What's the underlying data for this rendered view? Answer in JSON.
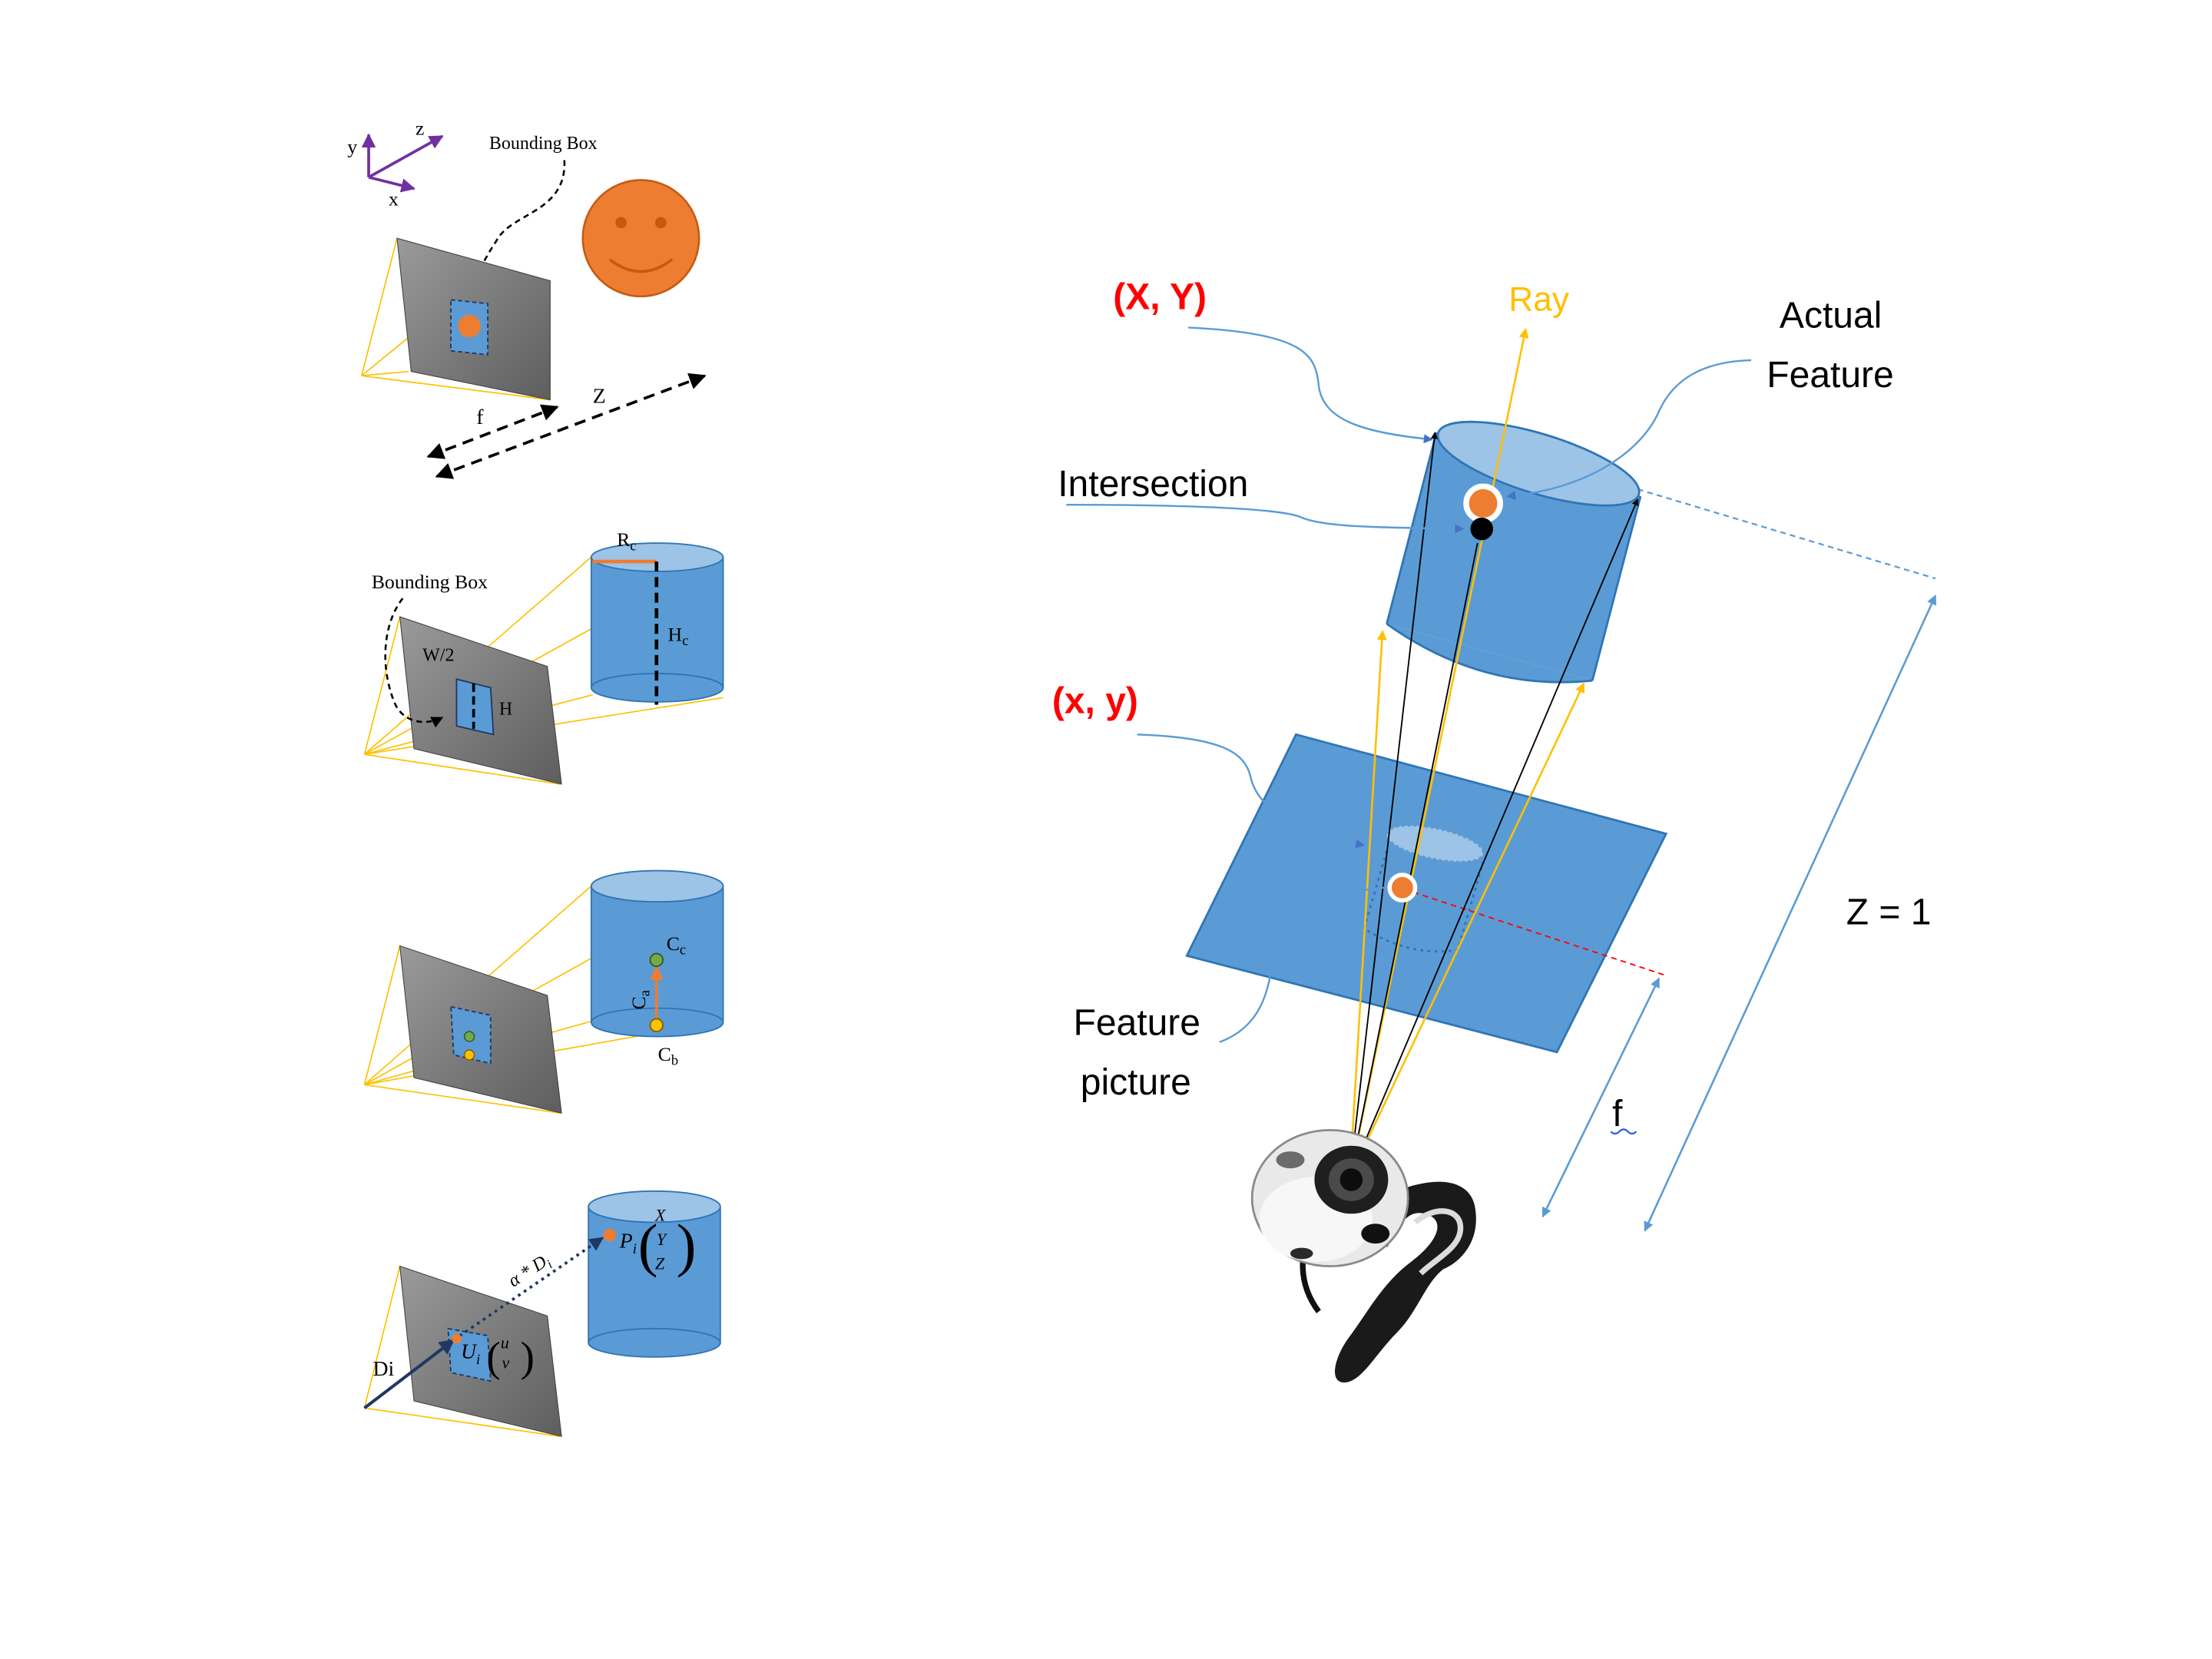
{
  "left_panel": {
    "panel1": {
      "axis_x": "x",
      "axis_y": "y",
      "axis_z": "z",
      "bbox_label": "Bounding Box",
      "focal_label": "f",
      "depth_label": "Z"
    },
    "panel2": {
      "bbox_label": "Bounding Box",
      "width_label": "W/2",
      "height_label": "H",
      "radius_label": "R",
      "radius_sub": "c",
      "cyl_height_label": "H",
      "cyl_height_sub": "c"
    },
    "panel3": {
      "center_label": "C",
      "center_sub": "c",
      "axis_label": "C",
      "axis_sub": "a",
      "base_label": "C",
      "base_sub": "b"
    },
    "panel4": {
      "ray_label": "Di",
      "scale_label": "α * D",
      "scale_sub": "i",
      "u_label": "U",
      "u_sub": "i",
      "u_vec_top": "u",
      "u_vec_bottom": "v",
      "p_label": "P",
      "p_sub": "i",
      "p_vec_x": "X",
      "p_vec_y": "Y",
      "p_vec_z": "Z"
    }
  },
  "right_panel": {
    "world_point": "(X, Y)",
    "ray": "Ray",
    "actual_feature_line1": "Actual",
    "actual_feature_line2": "Feature",
    "intersection": "Intersection",
    "image_point": "(x, y)",
    "feature_picture_line1": "Feature",
    "feature_picture_line2": "picture",
    "focal": "f",
    "depth": "Z = 1"
  },
  "colors": {
    "cylinder_blue": "#5b9bd5",
    "cylinder_top": "#9dc3e6",
    "image_plane_gray": "#7f7f7f",
    "ray_yellow": "#ffc000",
    "point_orange": "#ed7d31",
    "label_red": "#ff0000",
    "arrow_blue": "#4472c4"
  }
}
